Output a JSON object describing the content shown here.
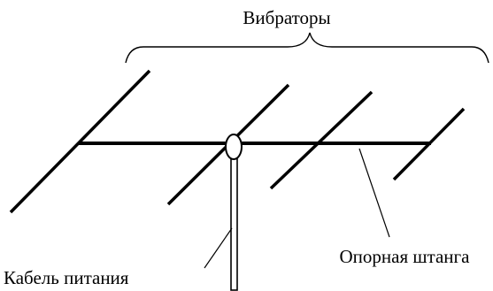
{
  "labels": {
    "vibrators": "Вибраторы",
    "boom": "Опорная штанга",
    "feed_cable": "Кабель питания"
  },
  "colors": {
    "ink": "#000000",
    "background": "#ffffff"
  }
}
